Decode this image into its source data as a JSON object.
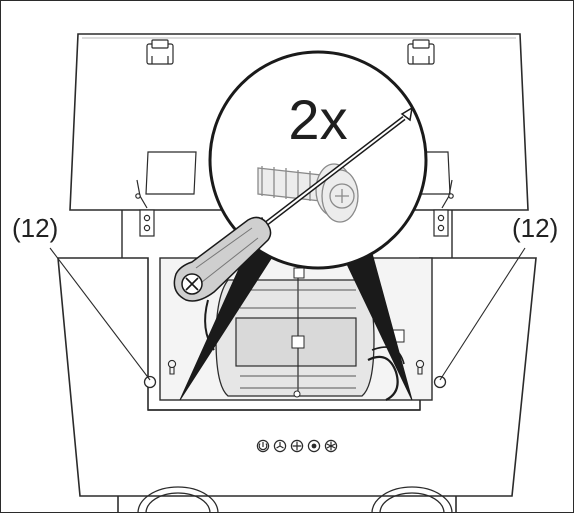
{
  "diagram": {
    "callouts": {
      "left_part_ref": "(12)",
      "right_part_ref": "(12)"
    },
    "quantity_label": "2x",
    "icons": {
      "screw": "screw-with-wall-plug-icon",
      "screwdriver": "phillips-screwdriver-icon",
      "control_panel": [
        "power-icon",
        "fan-low-icon",
        "fan-high-icon",
        "light-icon",
        "boost-icon"
      ]
    },
    "colors": {
      "line": "#2b2b2b",
      "panel_fill": "#ffffff",
      "motor_fill": "#e6e6e6",
      "handle_fill": "#cfcfcf",
      "zoom_circle_fill": "#ffffff",
      "screw_fill": "#e8e8e8"
    }
  }
}
